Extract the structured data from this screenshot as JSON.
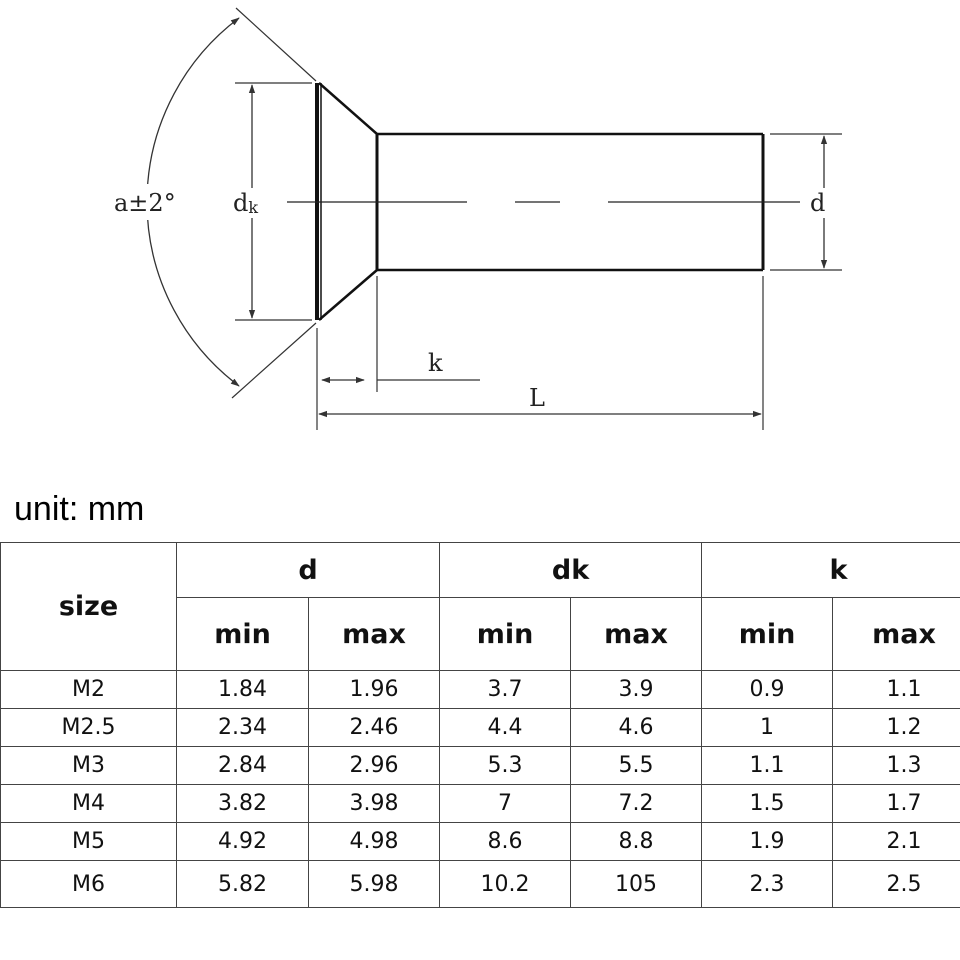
{
  "diagram": {
    "labels": {
      "angle": "a±2°",
      "dk_main": "d",
      "dk_sub": "k",
      "d": "d",
      "k": "k",
      "L": "L"
    }
  },
  "unit_label": "unit: mm",
  "table": {
    "size_header": "size",
    "groups": [
      "d",
      "dk",
      "k"
    ],
    "sub_headers": [
      "min",
      "max",
      "min",
      "max",
      "min",
      "max"
    ],
    "rows": [
      {
        "size": "M2",
        "values": [
          "1.84",
          "1.96",
          "3.7",
          "3.9",
          "0.9",
          "1.1"
        ]
      },
      {
        "size": "M2.5",
        "values": [
          "2.34",
          "2.46",
          "4.4",
          "4.6",
          "1",
          "1.2"
        ]
      },
      {
        "size": "M3",
        "values": [
          "2.84",
          "2.96",
          "5.3",
          "5.5",
          "1.1",
          "1.3"
        ]
      },
      {
        "size": "M4",
        "values": [
          "3.82",
          "3.98",
          "7",
          "7.2",
          "1.5",
          "1.7"
        ]
      },
      {
        "size": "M5",
        "values": [
          "4.92",
          "4.98",
          "8.6",
          "8.8",
          "1.9",
          "2.1"
        ]
      },
      {
        "size": "M6",
        "values": [
          "5.82",
          "5.98",
          "10.2",
          "105",
          "2.3",
          "2.5"
        ]
      }
    ]
  }
}
